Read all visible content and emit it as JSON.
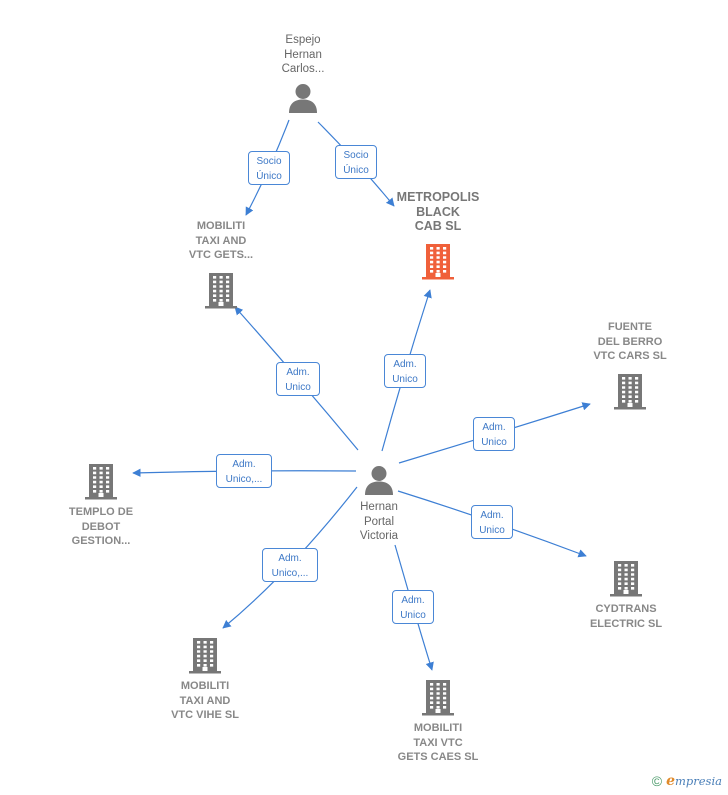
{
  "colors": {
    "edge": "#3d7fd4",
    "company_icon": "#777777",
    "highlight_icon": "#f0603a",
    "person_icon": "#777777"
  },
  "nodes": [
    {
      "id": "espejo",
      "type": "person",
      "label": "Espejo\nHernan\nCarlos..."
    },
    {
      "id": "hernan",
      "type": "person",
      "label": "Hernan\nPortal\nVictoria"
    },
    {
      "id": "metropolis",
      "type": "company",
      "highlight": true,
      "label": "METROPOLIS\nBLACK\nCAB  SL"
    },
    {
      "id": "mobiliti_gets",
      "type": "company",
      "label": "MOBILITI\nTAXI AND\nVTC GETS..."
    },
    {
      "id": "fuente",
      "type": "company",
      "label": "FUENTE\nDEL BERRO\nVTC CARS  SL"
    },
    {
      "id": "templo",
      "type": "company",
      "label": "TEMPLO DE\nDEBOT\nGESTION..."
    },
    {
      "id": "cydtrans",
      "type": "company",
      "label": "CYDTRANS\nELECTRIC  SL"
    },
    {
      "id": "mobiliti_vihe",
      "type": "company",
      "label": "MOBILITI\nTAXI AND\nVTC VIHE  SL"
    },
    {
      "id": "mobiliti_caes",
      "type": "company",
      "label": "MOBILITI\nTAXI VTC\nGETS CAES  SL"
    }
  ],
  "edges": [
    {
      "from": "espejo",
      "to": "mobiliti_gets",
      "label": "Socio\nÚnico"
    },
    {
      "from": "espejo",
      "to": "metropolis",
      "label": "Socio\nÚnico"
    },
    {
      "from": "hernan",
      "to": "mobiliti_gets",
      "label": "Adm.\nUnico"
    },
    {
      "from": "hernan",
      "to": "metropolis",
      "label": "Adm.\nUnico"
    },
    {
      "from": "hernan",
      "to": "fuente",
      "label": "Adm.\nUnico"
    },
    {
      "from": "hernan",
      "to": "templo",
      "label": "Adm.\nUnico,..."
    },
    {
      "from": "hernan",
      "to": "cydtrans",
      "label": "Adm.\nUnico"
    },
    {
      "from": "hernan",
      "to": "mobiliti_vihe",
      "label": "Adm.\nUnico,..."
    },
    {
      "from": "hernan",
      "to": "mobiliti_caes",
      "label": "Adm.\nUnico"
    }
  ],
  "footer": {
    "copyright": "©",
    "brand_initial": "e",
    "brand_rest": "mpresia"
  }
}
